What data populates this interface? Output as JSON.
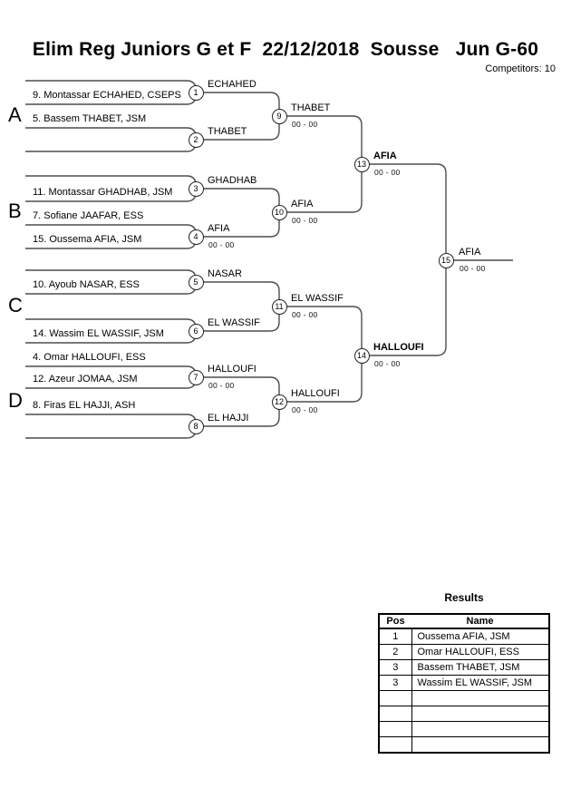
{
  "header": {
    "title": "Elim Reg Juniors G et F  22/12/2018  Sousse   Jun G-60",
    "competitors": "Competitors: 10"
  },
  "bracket": {
    "sections": {
      "a": "A",
      "b": "B",
      "c": "C",
      "d": "D"
    },
    "slots": {
      "s2": "9. Montassar ECHAHED, CSEPS",
      "s3": "5. Bassem THABET, JSM",
      "s6": "11. Montassar GHADHAB, JSM",
      "s7": "7. Sofiane JAAFAR, ESS",
      "s8": "15. Oussema AFIA, JSM",
      "s10": "10. Ayoub NASAR, ESS",
      "s12": "14. Wassim EL WASSIF, JSM",
      "s13": "4. Omar HALLOUFI, ESS",
      "s14": "12. Azeur JOMAA, JSM",
      "s15": "8. Firas EL HAJJI, ASH"
    },
    "matches": {
      "m1": {
        "number": "1",
        "winner": "ECHAHED"
      },
      "m2": {
        "number": "2",
        "winner": "THABET"
      },
      "m3": {
        "number": "3",
        "winner": "GHADHAB"
      },
      "m4": {
        "number": "4",
        "winner": "AFIA",
        "score": "00 - 00"
      },
      "m5": {
        "number": "5",
        "winner": "NASAR"
      },
      "m6": {
        "number": "6",
        "winner": "EL WASSIF"
      },
      "m7": {
        "number": "7",
        "winner": "HALLOUFI",
        "score": "00 - 00"
      },
      "m8": {
        "number": "8",
        "winner": "EL HAJJI"
      },
      "m9": {
        "number": "9",
        "winner": "THABET",
        "score": "00 - 00"
      },
      "m10": {
        "number": "10",
        "winner": "AFIA",
        "score": "00 - 00"
      },
      "m11": {
        "number": "11",
        "winner": "EL WASSIF",
        "score": "00 - 00"
      },
      "m12": {
        "number": "12",
        "winner": "HALLOUFI",
        "score": "00 - 00"
      },
      "m13": {
        "number": "13",
        "winner": "AFIA",
        "score": "00 - 00"
      },
      "m14": {
        "number": "14",
        "winner": "HALLOUFI",
        "score": "00 - 00"
      },
      "m15": {
        "number": "15",
        "winner": "AFIA",
        "score": "00 - 00"
      }
    }
  },
  "results": {
    "title": "Results",
    "columns": {
      "pos": "Pos",
      "name": "Name"
    },
    "rows": [
      {
        "pos": "1",
        "name": "Oussema AFIA, JSM"
      },
      {
        "pos": "2",
        "name": "Omar HALLOUFI, ESS"
      },
      {
        "pos": "3",
        "name": "Bassem THABET, JSM"
      },
      {
        "pos": "3",
        "name": "Wassim EL WASSIF, JSM"
      },
      {
        "pos": "",
        "name": ""
      },
      {
        "pos": "",
        "name": ""
      },
      {
        "pos": "",
        "name": ""
      },
      {
        "pos": "",
        "name": ""
      }
    ]
  }
}
